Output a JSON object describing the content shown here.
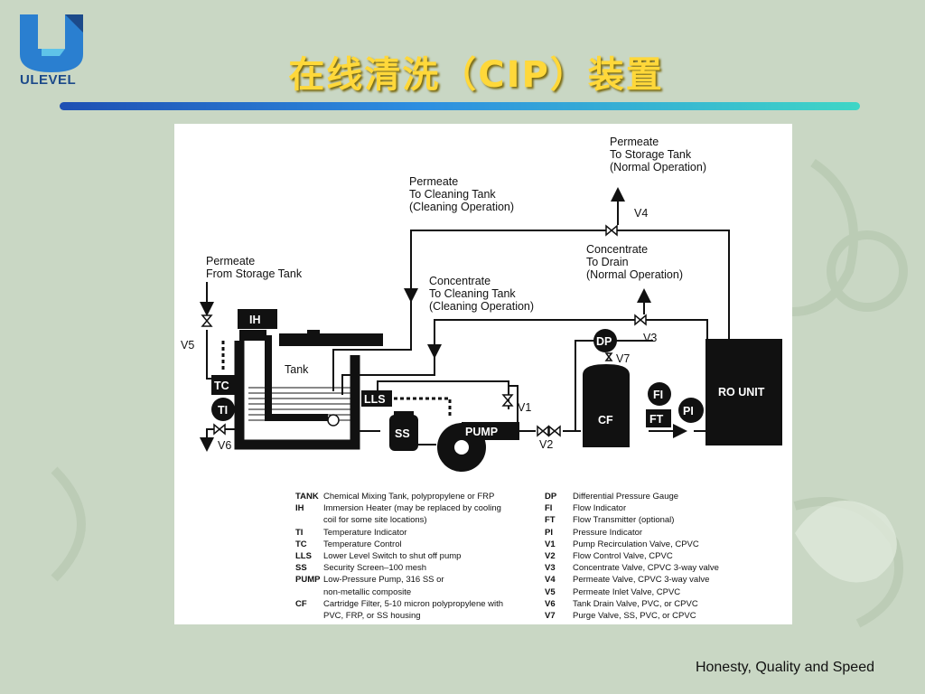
{
  "header": {
    "logo_text": "ULEVEL",
    "title": "在线清洗（CIP）装置"
  },
  "diagram": {
    "labels": {
      "permeate_storage": [
        "Permeate",
        "To Storage Tank",
        "(Normal Operation)"
      ],
      "permeate_cleaning": [
        "Permeate",
        "To Cleaning Tank",
        "(Cleaning Operation)"
      ],
      "concentrate_drain": [
        "Concentrate",
        "To Drain",
        "(Normal Operation)"
      ],
      "concentrate_cleaning": [
        "Concentrate",
        "To Cleaning Tank",
        "(Cleaning Operation)"
      ],
      "permeate_from": [
        "Permeate",
        "From Storage Tank"
      ],
      "tank": "Tank",
      "ih": "IH",
      "tc": "TC",
      "ti": "TI",
      "lls": "LLS",
      "ss": "SS",
      "pump": "PUMP",
      "cf": "CF",
      "dp": "DP",
      "fi": "FI",
      "ft": "FT",
      "pi": "PI",
      "ro_unit": "RO UNIT",
      "v1": "V1",
      "v2": "V2",
      "v3": "V3",
      "v4": "V4",
      "v5": "V5",
      "v6": "V6",
      "v7": "V7"
    },
    "legend_left": [
      {
        "k": "TANK",
        "v": "Chemical Mixing Tank, polypropylene or FRP"
      },
      {
        "k": "IH",
        "v": "Immersion Heater (may be replaced by cooling"
      },
      {
        "k": "",
        "v": "coil for some site locations)"
      },
      {
        "k": "TI",
        "v": "Temperature Indicator"
      },
      {
        "k": "TC",
        "v": "Temperature Control"
      },
      {
        "k": "LLS",
        "v": "Lower Level Switch to shut off pump"
      },
      {
        "k": "SS",
        "v": "Security Screen–100 mesh"
      },
      {
        "k": "PUMP",
        "v": "Low-Pressure Pump, 316 SS or"
      },
      {
        "k": "",
        "v": "non-metallic composite"
      },
      {
        "k": "CF",
        "v": "Cartridge Filter, 5-10 micron polypropylene with"
      },
      {
        "k": "",
        "v": "PVC, FRP, or SS housing"
      }
    ],
    "legend_right": [
      {
        "k": "DP",
        "v": "Differential Pressure Gauge"
      },
      {
        "k": "FI",
        "v": "Flow Indicator"
      },
      {
        "k": "FT",
        "v": "Flow Transmitter (optional)"
      },
      {
        "k": "PI",
        "v": "Pressure Indicator"
      },
      {
        "k": "V1",
        "v": "Pump Recirculation Valve, CPVC"
      },
      {
        "k": "V2",
        "v": "Flow Control Valve, CPVC"
      },
      {
        "k": "V3",
        "v": "Concentrate Valve, CPVC 3-way valve"
      },
      {
        "k": "V4",
        "v": "Permeate Valve, CPVC 3-way valve"
      },
      {
        "k": "V5",
        "v": "Permeate Inlet Valve, CPVC"
      },
      {
        "k": "V6",
        "v": "Tank Drain Valve, PVC, or CPVC"
      },
      {
        "k": "V7",
        "v": "Purge Valve, SS, PVC, or CPVC"
      }
    ]
  },
  "footer": {
    "slogan": "Honesty, Quality and Speed"
  },
  "colors": {
    "background": "#c9d7c4",
    "title": "#ffd83a",
    "logo_blue": "#2a7fd0"
  }
}
